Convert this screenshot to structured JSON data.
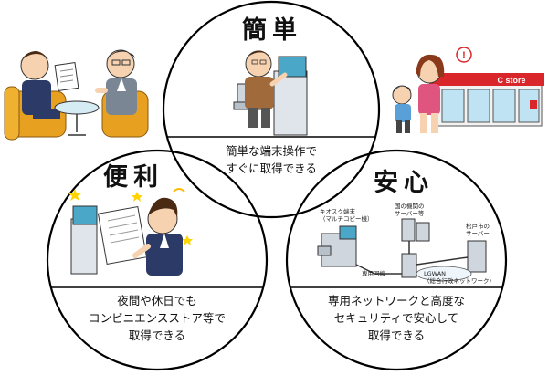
{
  "headings": {
    "kantan": "簡単",
    "benri": "便利",
    "anshin": "安心"
  },
  "captions": {
    "kantan": [
      "簡単な端末操作で",
      "すぐに取得できる"
    ],
    "benri": [
      "夜間や休日でも",
      "コンビニエンスストア等で",
      "取得できる"
    ],
    "anshin": [
      "専用ネットワークと高度な",
      "セキュリティで安心して",
      "取得できる"
    ]
  },
  "network_labels": {
    "kiosk": [
      "キオスク端末",
      "（マルチコピー機）"
    ],
    "national": [
      "国の機関の",
      "サーバー等"
    ],
    "city": [
      "松戸市の",
      "サーバー"
    ],
    "line": "専用回線",
    "lgwan": [
      "LGWAN",
      "（総合行政ネットワーク）"
    ]
  },
  "store_sign": "C store",
  "colors": {
    "circle_stroke": "#000000",
    "kiosk_screen": "#4aa7c8",
    "store_red": "#d9262b",
    "sofa": "#e8a020",
    "suit": "#2b3a66",
    "skin": "#f6d2b0",
    "hair": "#4a2a12",
    "server": "#cfd6de",
    "star": "#ffd400"
  }
}
